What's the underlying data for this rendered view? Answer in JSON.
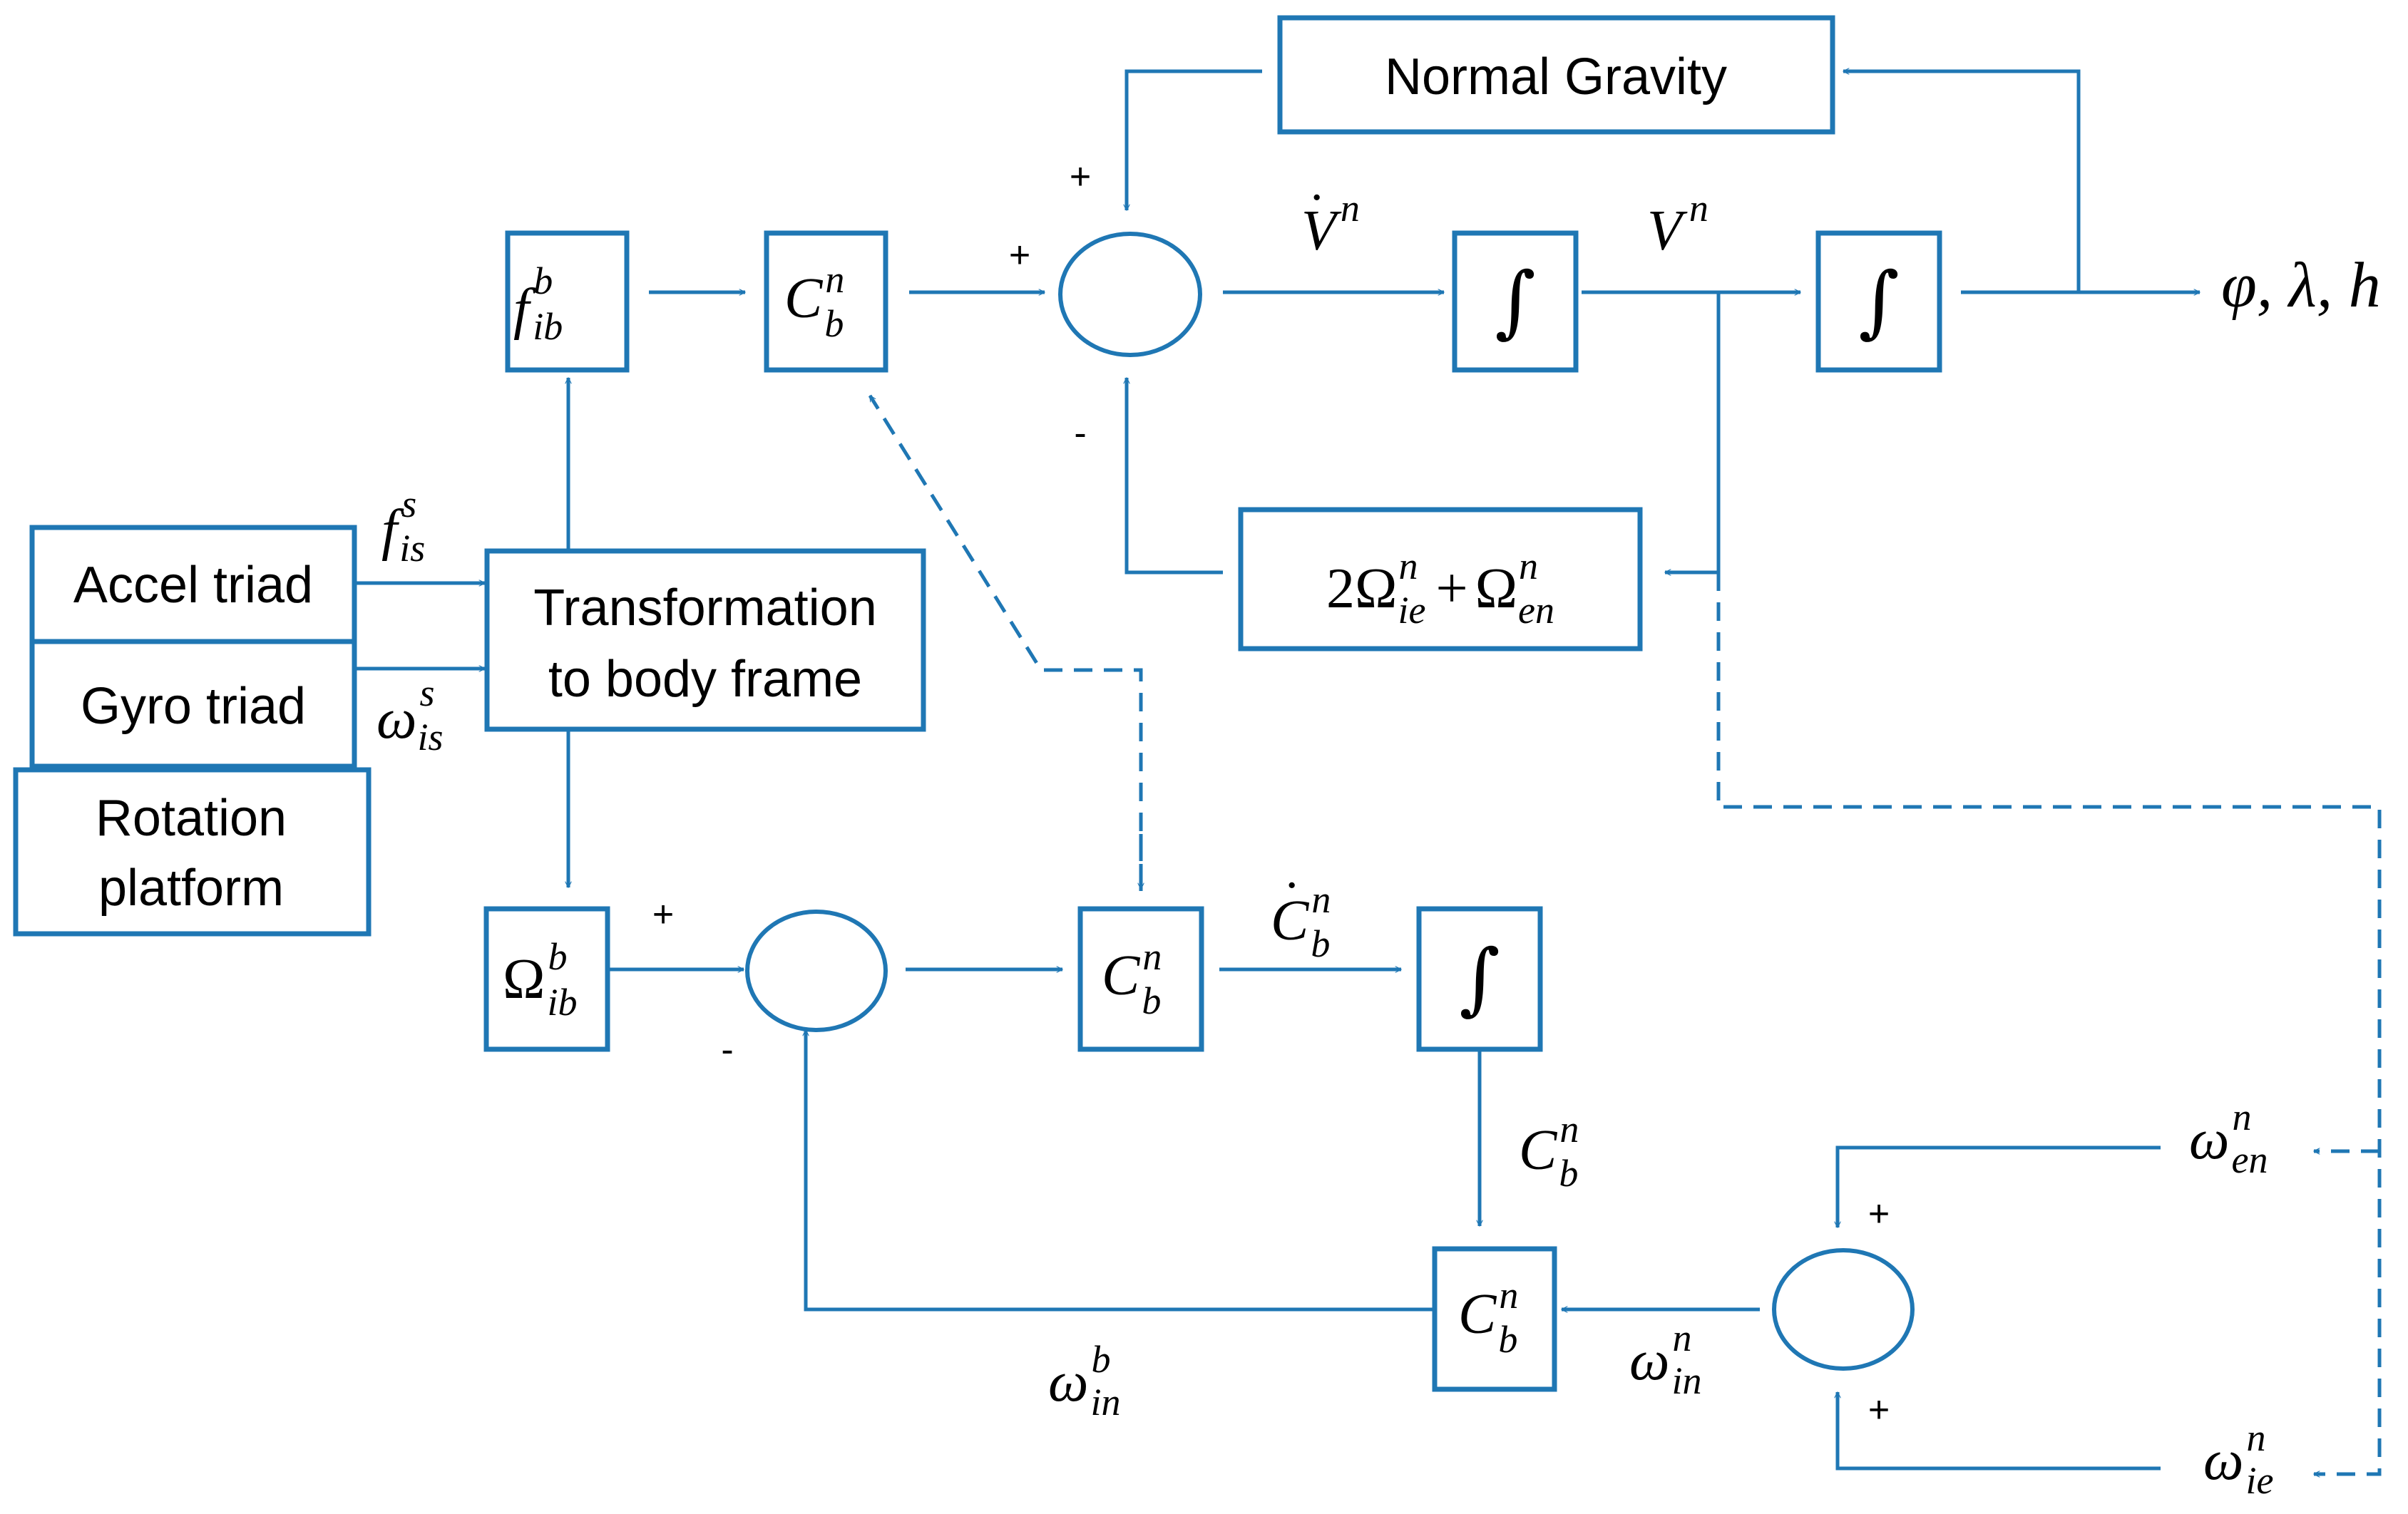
{
  "colors": {
    "line": "#1f77b4",
    "text": "#000000",
    "background": "#ffffff"
  },
  "blocks": {
    "normal_gravity": "Normal Gravity",
    "accel_triad": "Accel triad",
    "gyro_triad": "Gyro triad",
    "rotation_platform_line1": "Rotation",
    "rotation_platform_line2": "platform",
    "transformation_line1": "Transformation",
    "transformation_line2": "to body frame",
    "integral": "∫"
  },
  "symbols": {
    "f": "f",
    "C": "C",
    "V": "V",
    "Omega": "Ω",
    "omega": "ω",
    "two": "2",
    "plus_op": "+",
    "sup_b": "b",
    "sup_n": "n",
    "sup_s": "s",
    "sub_ib": "ib",
    "sub_is": "is",
    "sub_ie": "ie",
    "sub_en": "en",
    "sub_in": "in",
    "sub_b": "b",
    "dot": "·",
    "output": "φ, λ, h"
  },
  "signs": {
    "plus": "+",
    "minus": "-"
  }
}
